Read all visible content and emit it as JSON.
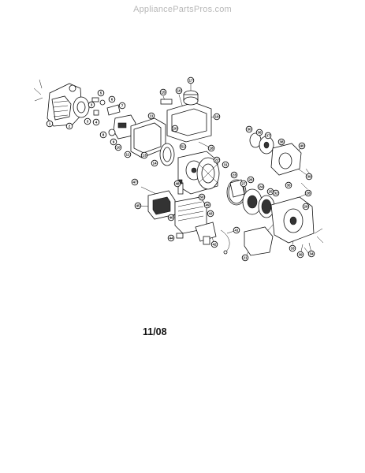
{
  "watermark": "AppliancePartsPros.com",
  "date_code": "11/08",
  "callouts": [
    "1",
    "2",
    "3",
    "3",
    "4",
    "5",
    "6",
    "7",
    "8",
    "9",
    "10",
    "11",
    "12",
    "13",
    "14",
    "15",
    "16",
    "17",
    "18",
    "19",
    "20",
    "21",
    "22",
    "23",
    "24",
    "25",
    "26",
    "27",
    "28",
    "29",
    "30",
    "31",
    "32",
    "33",
    "34",
    "35",
    "36",
    "37",
    "38",
    "39",
    "39",
    "40",
    "41",
    "42",
    "43",
    "44",
    "45",
    "46",
    "47",
    "48",
    "49",
    "50",
    "51"
  ],
  "colors": {
    "ink": "#111111",
    "paper": "#ffffff",
    "watermark": "#b8b8b8"
  }
}
